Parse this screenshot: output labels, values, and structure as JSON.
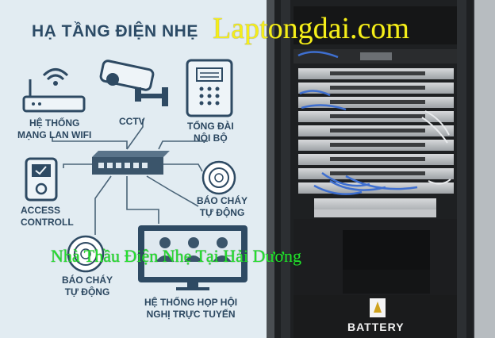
{
  "infographic": {
    "title": "HẠ TẦNG ĐIỆN NHẸ",
    "labels": {
      "wifi": "HỆ THỐNG\nMẠNG LAN WIFI",
      "cctv": "CCTV",
      "pbx": "TỔNG ĐÀI\nNỘI BỘ",
      "access": "ACCESS\nCONTROLL",
      "fire_right": "BÁO CHÁY\nTỰ ĐỘNG",
      "fire_left": "BÁO CHÁY\nTỰ ĐỘNG",
      "conference": "HỆ THỐNG HỌP HỘI\nNGHỊ TRỰC TUYẾN"
    }
  },
  "photo": {
    "battery_label": "BATTERY"
  },
  "watermarks": {
    "top": "Laptongdai.com",
    "middle": "Nhà Thầu Điện Nhẹ Tại Hải Dương"
  },
  "colors": {
    "panel_bg": "#e2ecf2",
    "icon_dark": "#2e4a63",
    "icon_line": "#3b556b",
    "watermark_top": "#f5ee1a",
    "watermark_middle": "#23e12d",
    "rack_body": "#1e2022"
  }
}
